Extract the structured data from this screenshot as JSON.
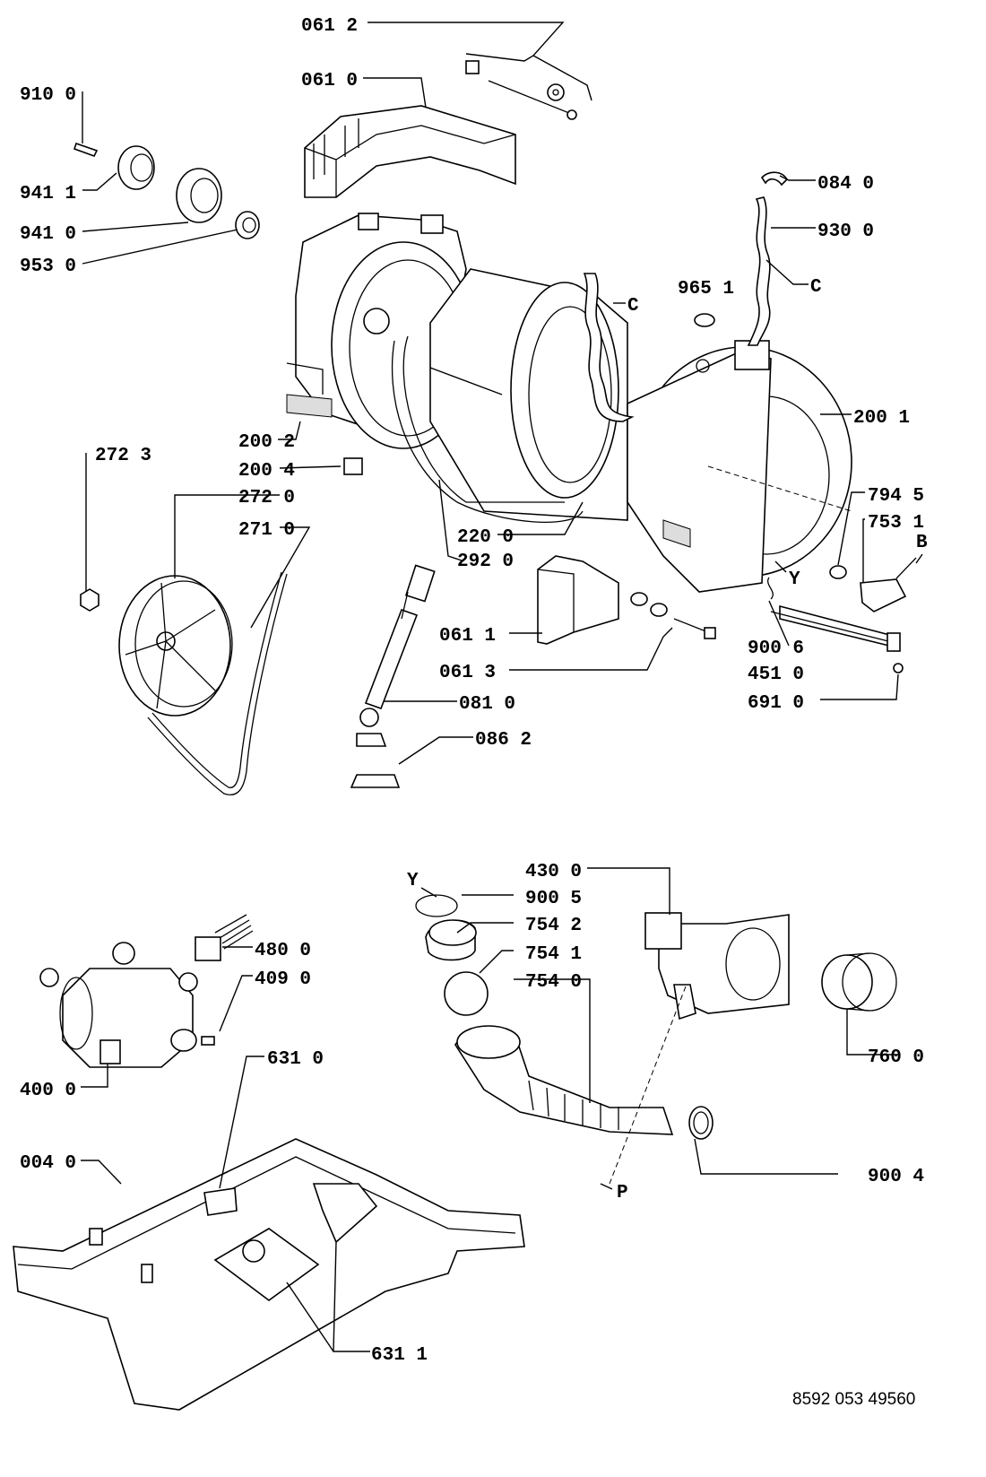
{
  "labels": {
    "p0612": "061 2",
    "p0610": "061 0",
    "p9100": "910 0",
    "p9411": "941 1",
    "p9410": "941 0",
    "p9530": "953 0",
    "p0840": "084 0",
    "p9300": "930 0",
    "pC1": "C",
    "pC2": "C",
    "p9651": "965 1",
    "p2001": "200 1",
    "p2002": "200 2",
    "p2723": "272 3",
    "p2004": "200 4",
    "p2720": "272 0",
    "p2710": "271 0",
    "p2200": "220 0",
    "p2920": "292 0",
    "p7945": "794 5",
    "p7531": "753 1",
    "pB": "B",
    "pY1": "Y",
    "p0611": "061 1",
    "p9006": "900 6",
    "p4510": "451 0",
    "p0613": "061 3",
    "p6910": "691 0",
    "p0810": "081 0",
    "p0862": "086 2",
    "p4300": "430 0",
    "pY2": "Y",
    "p9005": "900 5",
    "p7542": "754 2",
    "p7541": "754 1",
    "p7540": "754 0",
    "p4800": "480 0",
    "p4090": "409 0",
    "p7600": "760 0",
    "p4000": "400 0",
    "p6310": "631 0",
    "p0040": "004 0",
    "p9004": "900 4",
    "pP": "P",
    "p6311": "631 1"
  },
  "drawing_code": "8592 053 49560"
}
